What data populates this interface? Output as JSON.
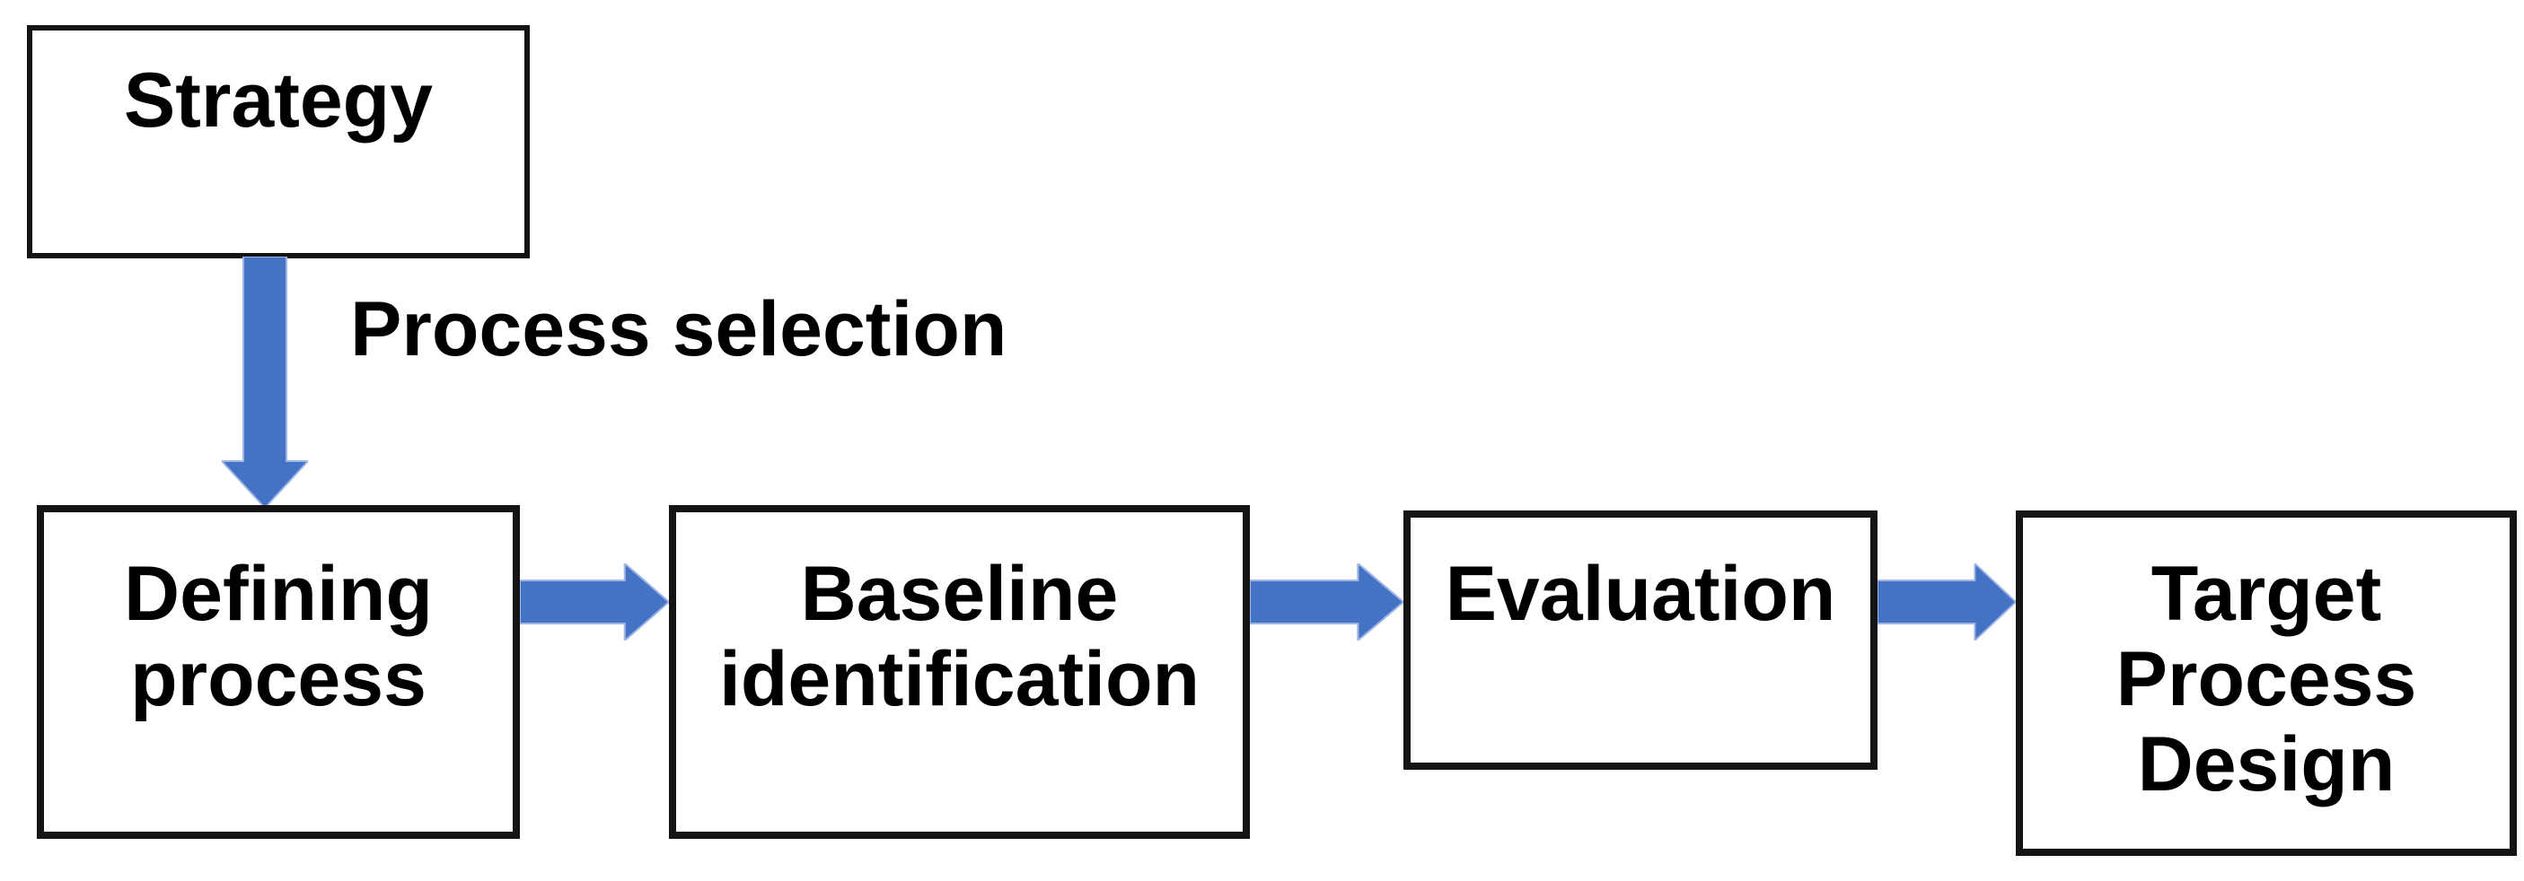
{
  "diagram": {
    "nodes": {
      "strategy": {
        "label": "Strategy"
      },
      "defining": {
        "label": "Defining\nprocess"
      },
      "baseline": {
        "label": "Baseline\nidentification"
      },
      "evaluation": {
        "label": "Evaluation"
      },
      "target": {
        "label": "Target\nProcess\nDesign"
      }
    },
    "edges": {
      "process_selection_label": "Process selection"
    },
    "colors": {
      "arrow_fill": "#4472C4",
      "arrow_outline": "#9FB6E4",
      "box_border": "#141414",
      "text": "#000000",
      "background": "#FFFFFF"
    }
  }
}
